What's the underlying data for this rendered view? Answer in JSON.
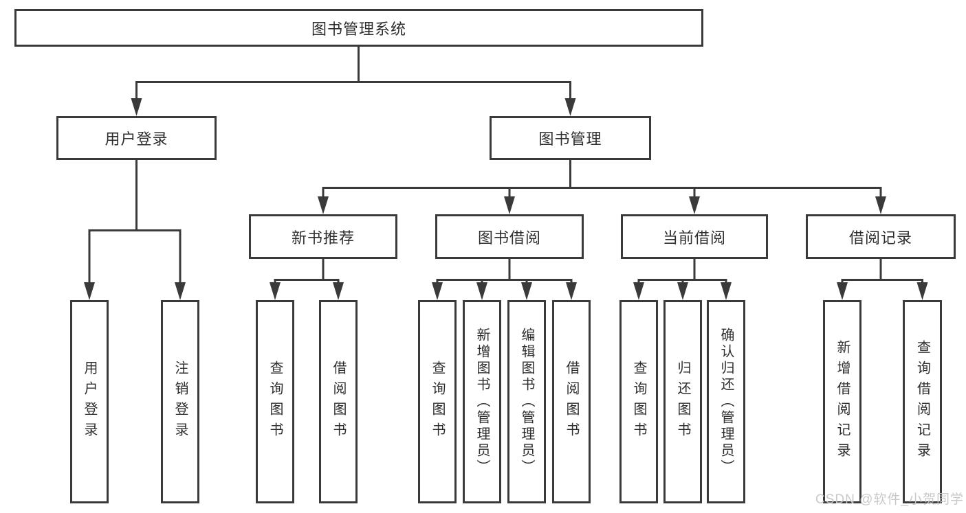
{
  "nodes": {
    "root": "图书管理系统",
    "level2": [
      {
        "label": "用户登录"
      },
      {
        "label": "图书管理"
      }
    ],
    "level3": [
      {
        "label": "新书推荐"
      },
      {
        "label": "图书借阅"
      },
      {
        "label": "当前借阅"
      },
      {
        "label": "借阅记录"
      }
    ],
    "leaves": {
      "userLogin": [
        "用户登录",
        "注销登录"
      ],
      "newBookRecommend": [
        "查询图书",
        "借阅图书"
      ],
      "bookBorrow": [
        "查询图书",
        "新增图书（管理员）",
        "编辑图书（管理员）",
        "借阅图书"
      ],
      "currentBorrow": [
        "查询图书",
        "归还图书",
        "确认归还（管理员）"
      ],
      "borrowRecords": [
        "新增借阅记录",
        "查询借阅记录"
      ]
    }
  },
  "watermark": {
    "text": "CSDN @软件_小贺同学",
    "color": "#c6c6c6"
  },
  "colors": {
    "line": "#3a3a3a",
    "text": "#2e2e2e",
    "background": "#ffffff"
  }
}
